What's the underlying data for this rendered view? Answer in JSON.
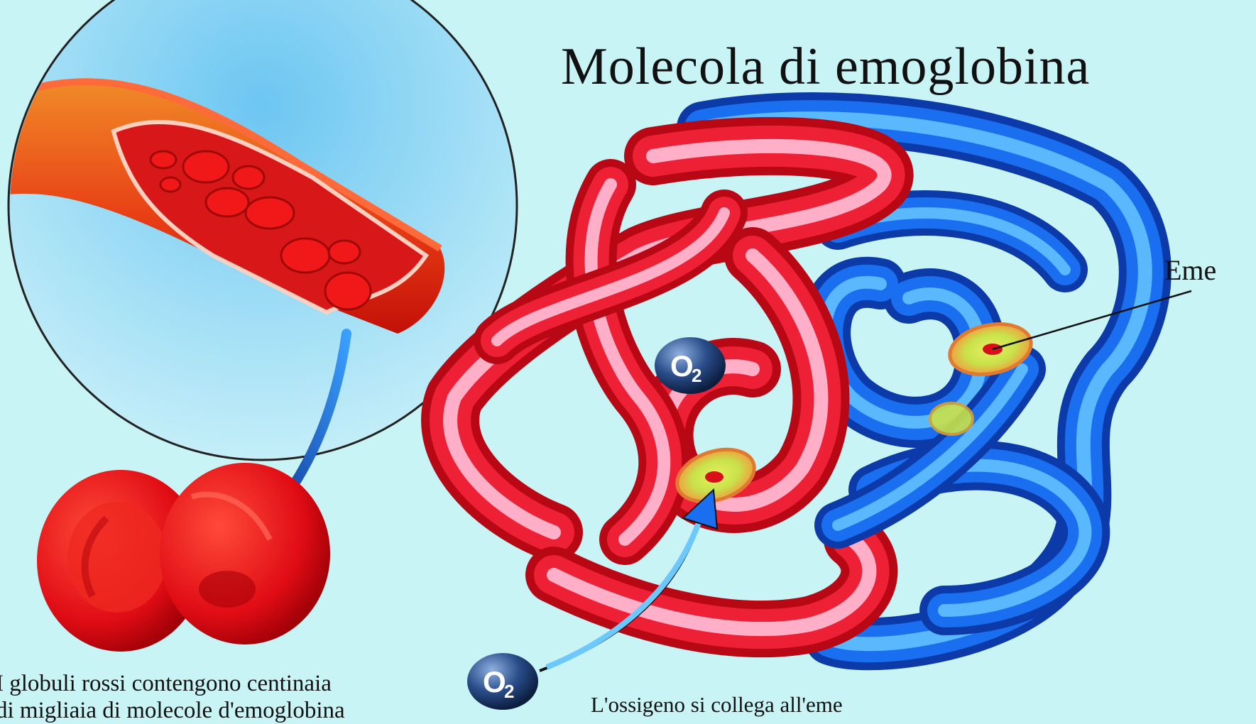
{
  "title": "Molecola di emoglobina",
  "labels": {
    "eme": "Eme",
    "caption_left_line1": "I globuli rossi contengono centinaia",
    "caption_left_line2": "di migliaia di molecole d'emoglobina",
    "caption_right": "L'ossigeno si collega all'eme",
    "oxygen": "O",
    "oxygen_subscript": "2"
  },
  "colors": {
    "background": "#c9f4f6",
    "red_chain": "#e8182c",
    "blue_chain": "#1560e6",
    "blood_cell": "#e00c14",
    "heme_outer": "#f0c050",
    "heme_inner": "#c8e24a",
    "oxygen_ball": "#2a4d8a"
  }
}
